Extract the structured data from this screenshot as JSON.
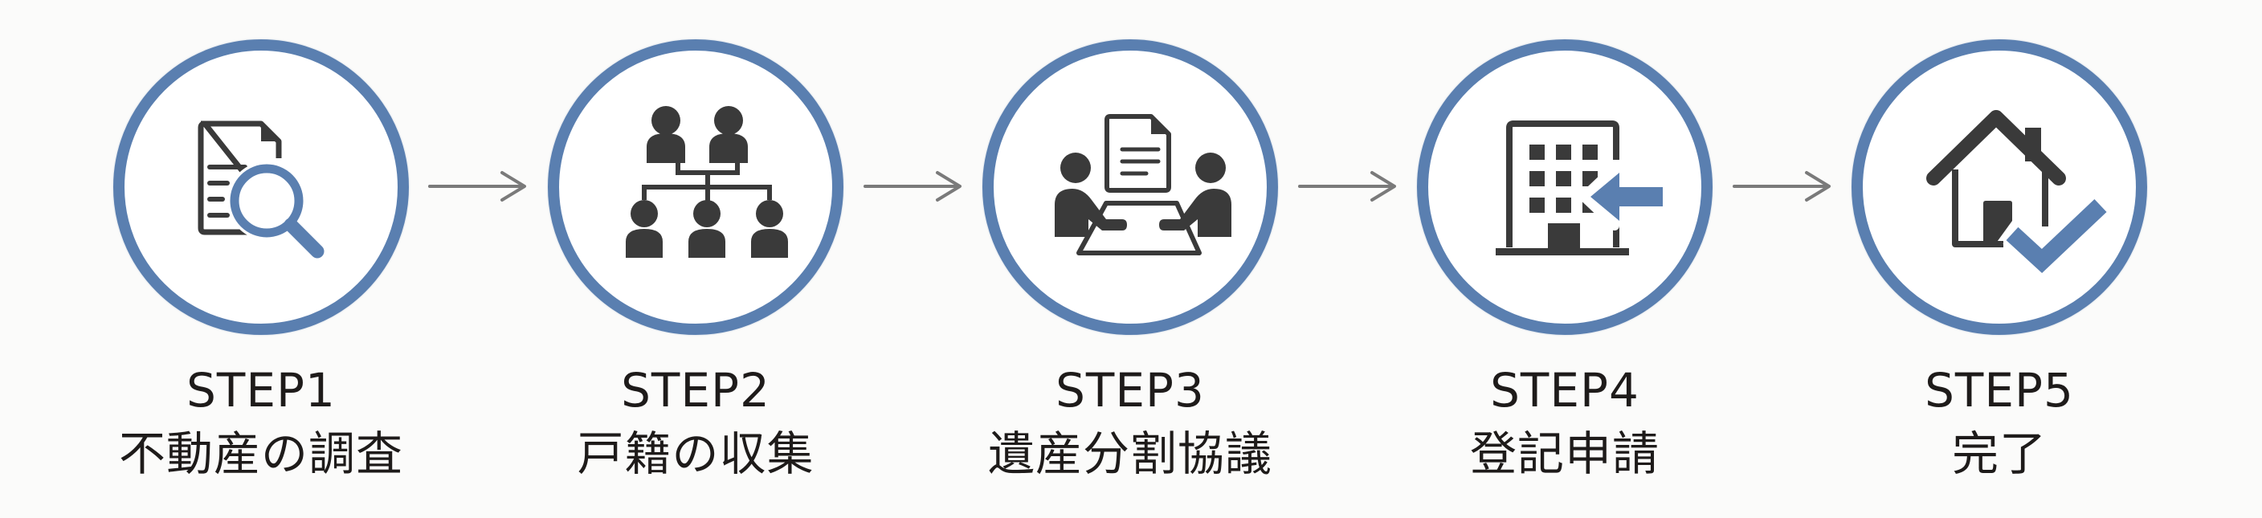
{
  "colors": {
    "accent": "#5a7fb0",
    "icon_dark": "#3a3a3a",
    "arrow": "#7a7a7a",
    "text": "#1e1b1a",
    "background": "#fbfbfa"
  },
  "steps": [
    {
      "number": "STEP1",
      "title": "不動産の調査",
      "icon": "document-search-icon"
    },
    {
      "number": "STEP2",
      "title": "戸籍の収集",
      "icon": "family-tree-icon"
    },
    {
      "number": "STEP3",
      "title": "遺産分割協議",
      "icon": "meeting-document-icon"
    },
    {
      "number": "STEP4",
      "title": "登記申請",
      "icon": "building-submit-icon"
    },
    {
      "number": "STEP5",
      "title": "完了",
      "icon": "house-check-icon"
    }
  ],
  "connectors": [
    {
      "icon": "right-arrow-icon"
    },
    {
      "icon": "right-arrow-icon"
    },
    {
      "icon": "right-arrow-icon"
    },
    {
      "icon": "right-arrow-icon"
    }
  ]
}
